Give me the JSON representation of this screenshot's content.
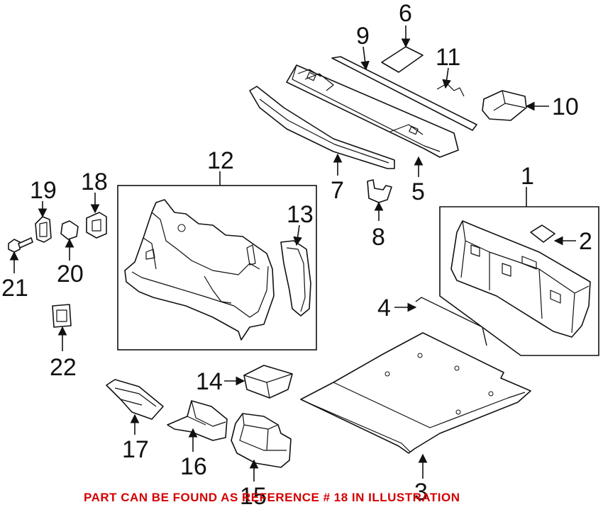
{
  "callouts": {
    "n1": "1",
    "n2": "2",
    "n3": "3",
    "n4": "4",
    "n5": "5",
    "n6": "6",
    "n7": "7",
    "n8": "8",
    "n9": "9",
    "n10": "10",
    "n11": "11",
    "n12": "12",
    "n13": "13",
    "n14": "14",
    "n15": "15",
    "n16": "16",
    "n17": "17",
    "n18": "18",
    "n19": "19",
    "n20": "20",
    "n21": "21",
    "n22": "22"
  },
  "note": "PART CAN BE FOUND AS REFERENCE # 18 IN ILLUSTRATION",
  "colors": {
    "line": "#111111",
    "note": "#d40000",
    "background": "#ffffff"
  }
}
